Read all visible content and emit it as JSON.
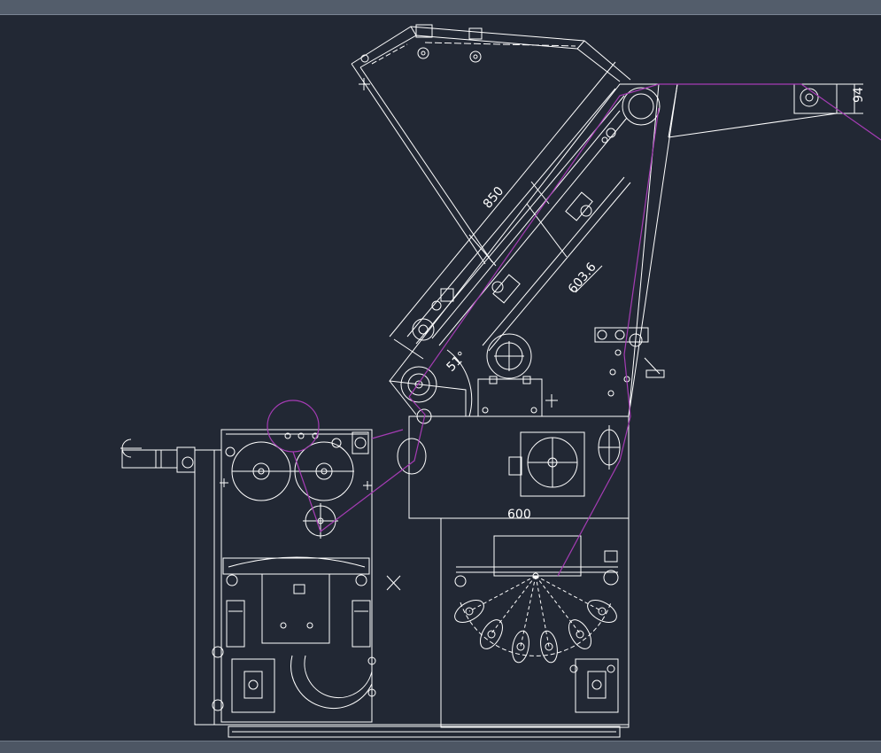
{
  "viewport": {
    "background": "#222834",
    "line_color": "#ffffff",
    "path_color": "#a53cb4"
  },
  "dimensions": {
    "d850": "850",
    "d6036": "603.6",
    "angle": "51°",
    "d600": "600",
    "d94": "94"
  }
}
